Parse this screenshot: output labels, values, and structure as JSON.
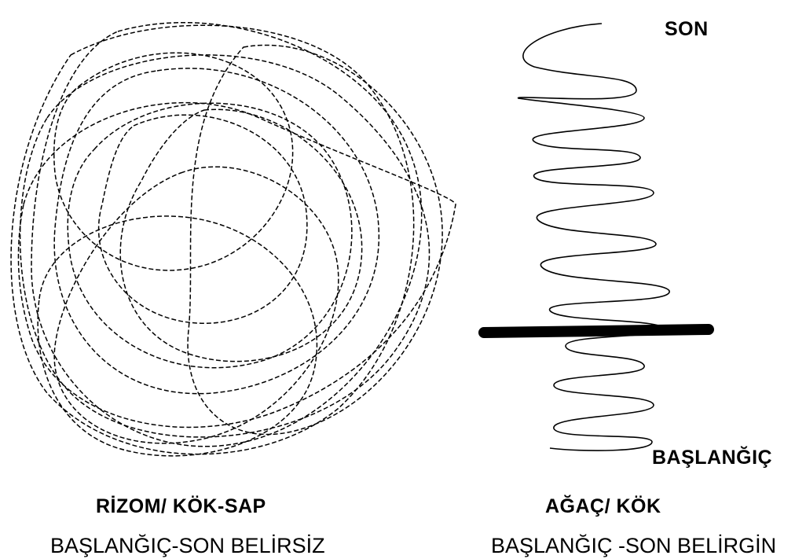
{
  "labels": {
    "end": "SON",
    "start": "BAŞLANĞIÇ",
    "rhizome_title": "RİZOM/ KÖK-SAP",
    "rhizome_subtitle": "BAŞLANĞIÇ-SON BELİRSİZ",
    "tree_title": "AĞAÇ/ KÖK",
    "tree_subtitle": "BAŞLANĞIÇ -SON BELİRGİN"
  },
  "colors": {
    "ink": "#000000",
    "background": "#ffffff"
  }
}
